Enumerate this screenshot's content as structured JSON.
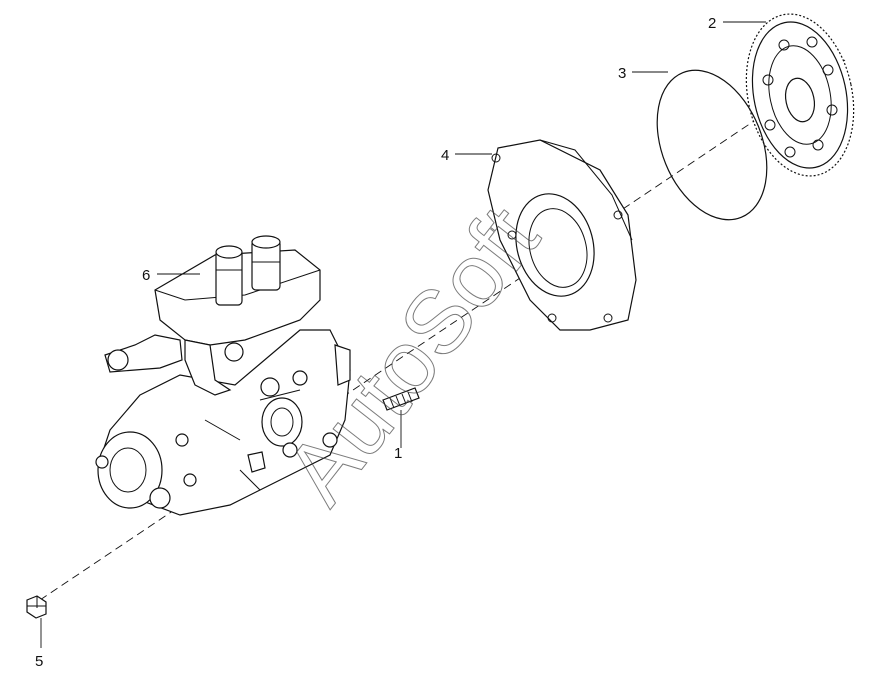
{
  "watermark": "AutoSoft",
  "callouts": {
    "c1": "1",
    "c2": "2",
    "c3": "3",
    "c4": "4",
    "c5": "5",
    "c6": "6"
  },
  "icons": {
    "gear": "gear-icon",
    "o_ring": "o-ring-icon",
    "flange": "flange-icon",
    "stud": "stud-icon",
    "nut": "nut-icon",
    "pump": "fuel-pump-icon"
  }
}
